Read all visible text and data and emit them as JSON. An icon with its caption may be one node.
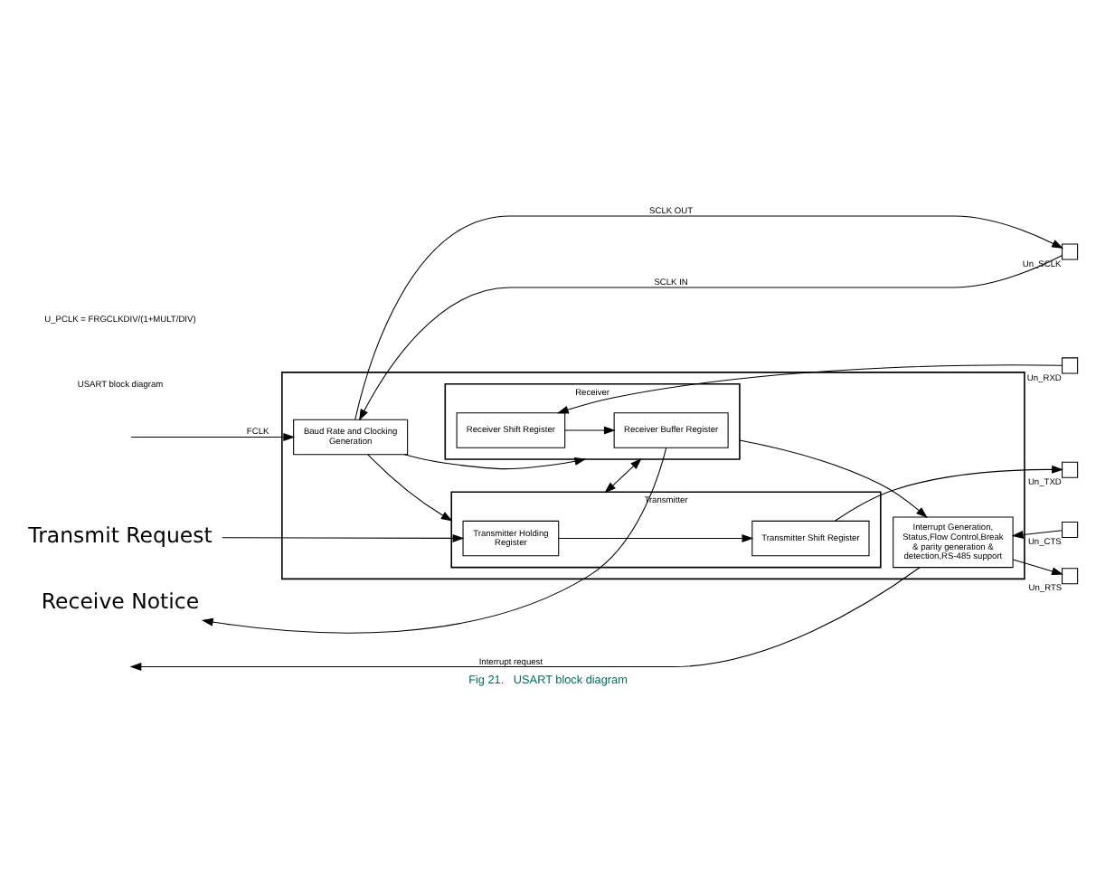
{
  "diagram": {
    "caption": "Fig 21.   USART block diagram",
    "nodes": [
      {
        "text": [],
        "shape": "box"
      },
      {
        "text": [
          "Transmitter"
        ],
        "in": 0
      },
      {
        "text": [
          "Transmitter Holding Register"
        ],
        "in": 1
      },
      {
        "text": [
          "Transmitter Shift Register"
        ],
        "in": 1
      },
      {
        "text": [
          "Baud Rate and Clocking Generation"
        ],
        "in": 0
      },
      {
        "text": [
          "Interrupt Generation, Status,Flow Control,Break & parity generation & detection,RS-485 support"
        ],
        "in": 0
      },
      {
        "text": [
          "Receiver"
        ],
        "in": 0
      },
      {
        "text": [
          "Receiver Buffer Register"
        ],
        "in": 6
      },
      {
        "text": [
          "Receiver Shift Register"
        ],
        "in": 6
      },
      {
        "text": [
          "Transmit Request"
        ]
      },
      {
        "text": [
          "Receive Notice"
        ]
      },
      {
        "text": [],
        "shape": "box",
        "beside": [
          "Un_TXD"
        ]
      },
      {
        "text": [],
        "shape": "box",
        "beside": [
          "Un_SCLK"
        ]
      },
      {
        "text": [],
        "shape": "box",
        "beside": [
          "Un_CTS"
        ]
      },
      {
        "text": [],
        "shape": "box",
        "beside": [
          "Un_RTS"
        ]
      },
      {
        "text": [],
        "shape": "box",
        "beside": [
          "Un_RXD"
        ]
      }
    ],
    "edges": [
      {
        "from": 9,
        "to": 2,
        "arrow": "to"
      },
      {
        "from": 2,
        "to": 3,
        "arrow": "to"
      },
      {
        "from": 3,
        "to": 11,
        "arrow": "to"
      },
      {
        "from": 4,
        "to": 12,
        "arrow": "to",
        "label": "SCLK OUT"
      },
      {
        "from": 12,
        "to": 4,
        "arrow": "to",
        "label": "SCLK IN"
      },
      {
        "from": null,
        "to": 4,
        "arrow": "to",
        "label": "FCLK"
      },
      {
        "from": 4,
        "to": 1,
        "arrow": "to"
      },
      {
        "from": 4,
        "to": 6,
        "arrow": "to"
      },
      {
        "from": 1,
        "to": 6,
        "arrow": "both"
      },
      {
        "from": 6,
        "to": 5,
        "arrow": "to"
      },
      {
        "from": 13,
        "to": 5,
        "arrow": "to"
      },
      {
        "from": 5,
        "to": 14,
        "arrow": "to"
      },
      {
        "from": 5,
        "to": null,
        "arrow": "to",
        "label": "Interrupt request"
      },
      {
        "from": 15,
        "to": 8,
        "arrow": "to"
      },
      {
        "from": 8,
        "to": 7,
        "arrow": "to"
      },
      {
        "from": 7,
        "to": 10,
        "arrow": "to"
      }
    ],
    "labels": [
      "USART block diagram",
      "U_PCLK = FRGCLKDIV/(1+MULT/DIV)"
    ]
  }
}
